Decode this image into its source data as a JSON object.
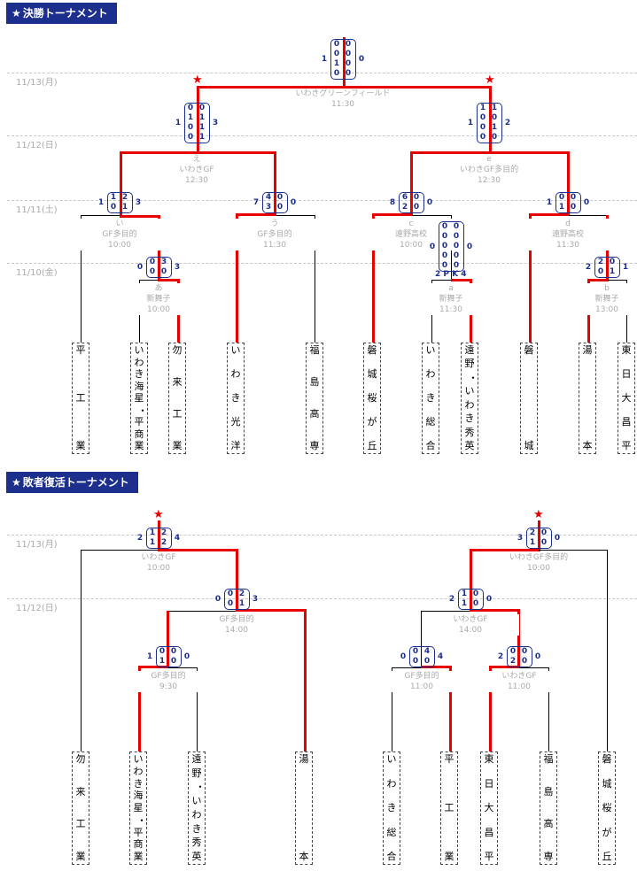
{
  "sections": {
    "main": {
      "title": "決勝トーナメント"
    },
    "repechage": {
      "title": "敗者復活トーナメント"
    }
  },
  "main_dates": [
    "11/13(月)",
    "11/12(日)",
    "11/11(土)",
    "11/10(金)"
  ],
  "rep_dates": [
    "11/13(月)",
    "11/12(日)"
  ],
  "main_teams": [
    "平工業",
    "いわき海星・平商業",
    "勿来工業",
    "いわき光洋",
    "福島高専",
    "磐城桜が丘",
    "いわき総合",
    "遠野・いわき秀英",
    "磐城",
    "湯本",
    "東日大昌平"
  ],
  "rep_teams": [
    "勿来工業",
    "いわき海星・平商業",
    "遠野・いわき秀英",
    "湯本",
    "いわき総合",
    "平工業",
    "東日大昌平",
    "福島高専",
    "磐城桜が丘"
  ],
  "venues": {
    "final": [
      "いわきグリーンフィールド",
      "11:30"
    ],
    "e": [
      "え",
      "いわきGF",
      "12:30"
    ],
    "f": [
      "e",
      "いわきGF多目的",
      "12:30"
    ],
    "i": [
      "い",
      "GF多目的",
      "10:00"
    ],
    "u": [
      "う",
      "GF多目的",
      "11:30"
    ],
    "c": [
      "c",
      "遠野高校",
      "10:00"
    ],
    "d": [
      "d",
      "遠野高校",
      "11:30"
    ],
    "a1": [
      "あ",
      "新舞子",
      "10:00"
    ],
    "a": [
      "a",
      "新舞子",
      "11:30"
    ],
    "b": [
      "b",
      "新舞子",
      "13:00"
    ],
    "r1": [
      "いわきGF",
      "10:00"
    ],
    "r2": [
      "いわきGF多目的",
      "10:00"
    ],
    "r3": [
      "GF多目的",
      "14:00"
    ],
    "r4": [
      "いわきGF",
      "14:00"
    ],
    "r5": [
      "GF多目的",
      "9:30"
    ],
    "r6": [
      "GF多目的",
      "11:00"
    ],
    "r7": [
      "いわきGF",
      "11:00"
    ]
  },
  "scores": {
    "final": {
      "left_total": "1",
      "right_total": "0",
      "left": [
        "0",
        "0",
        "1",
        "0"
      ],
      "right": [
        "0",
        "0",
        "0",
        "0"
      ]
    },
    "e": {
      "left_total": "1",
      "right_total": "3",
      "left": [
        "0",
        "1",
        "0",
        "0"
      ],
      "right": [
        "0",
        "1",
        "1",
        "1"
      ]
    },
    "f": {
      "left_total": "1",
      "right_total": "2",
      "left": [
        "1",
        "0",
        "0",
        "0"
      ],
      "right": [
        "1",
        "0",
        "1",
        "0"
      ]
    },
    "i": {
      "left_total": "1",
      "right_total": "3",
      "left": [
        "1",
        "0"
      ],
      "right": [
        "2",
        "1"
      ]
    },
    "u": {
      "left_total": "7",
      "right_total": "0",
      "left": [
        "4",
        "3"
      ],
      "right": [
        "0",
        "0"
      ]
    },
    "c": {
      "left_total": "8",
      "right_total": "0",
      "left": [
        "6",
        "2"
      ],
      "right": [
        "0",
        "0"
      ]
    },
    "d": {
      "left_total": "1",
      "right_total": "0",
      "left": [
        "0",
        "1"
      ],
      "right": [
        "0",
        "0"
      ]
    },
    "a1": {
      "left_total": "0",
      "right_total": "3",
      "left": [
        "0",
        "0"
      ],
      "right": [
        "3",
        "0"
      ]
    },
    "a": {
      "left_total": "0",
      "right_total": "0",
      "left": [
        "0",
        "0",
        "0",
        "0",
        "0"
      ],
      "right": [
        "0",
        "0",
        "0",
        "0",
        "0"
      ],
      "pk": "2 P K 4"
    },
    "b": {
      "left_total": "2",
      "right_total": "1",
      "left": [
        "2",
        "0"
      ],
      "right": [
        "0",
        "1"
      ]
    },
    "r1": {
      "left_total": "2",
      "right_total": "4",
      "left": [
        "1",
        "1"
      ],
      "right": [
        "2",
        "2"
      ]
    },
    "r2": {
      "left_total": "3",
      "right_total": "0",
      "left": [
        "2",
        "1"
      ],
      "right": [
        "0",
        "0"
      ]
    },
    "r3": {
      "left_total": "0",
      "right_total": "3",
      "left": [
        "0",
        "0"
      ],
      "right": [
        "2",
        "1"
      ]
    },
    "r4": {
      "left_total": "2",
      "right_total": "0",
      "left": [
        "1",
        "1"
      ],
      "right": [
        "0",
        "0"
      ]
    },
    "r5": {
      "left_total": "1",
      "right_total": "0",
      "left": [
        "0",
        "1"
      ],
      "right": [
        "0",
        "0"
      ]
    },
    "r6": {
      "left_total": "0",
      "right_total": "4",
      "left": [
        "0",
        "0"
      ],
      "right": [
        "4",
        "0"
      ]
    },
    "r7": {
      "left_total": "2",
      "right_total": "0",
      "left": [
        "0",
        "2"
      ],
      "right": [
        "0",
        "0"
      ]
    }
  },
  "colors": {
    "winner_line": "#e60000",
    "header_bg": "#1c2f8c",
    "score_text": "#1c2f8c",
    "venue_text": "#aaaaaa"
  },
  "icons": {
    "winner_marker": "star-icon"
  }
}
